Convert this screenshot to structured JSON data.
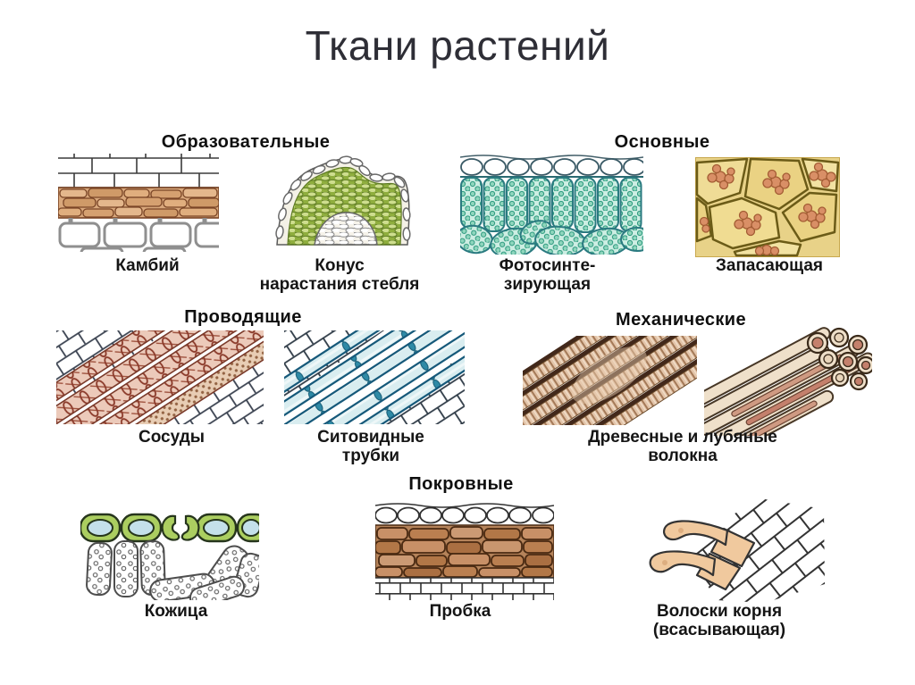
{
  "slide": {
    "title": "Ткани растений"
  },
  "sections": [
    {
      "heading": "Образовательные",
      "items": [
        {
          "label": "Камбий",
          "lines": [
            "Камбий"
          ],
          "illustration": "cambium-illustration"
        },
        {
          "label": "Конус нарастания стебля",
          "lines": [
            "Конус",
            "нарастания стебля"
          ],
          "illustration": "stem-growth-cone-illustration"
        }
      ]
    },
    {
      "heading": "Основные",
      "items": [
        {
          "label": "Фотосинтезирующая",
          "lines": [
            "Фотосинте-",
            "зирующая"
          ],
          "illustration": "photosynthetic-tissue-illustration"
        },
        {
          "label": "Запасающая",
          "lines": [
            "Запасающая"
          ],
          "illustration": "storage-tissue-illustration"
        }
      ]
    },
    {
      "heading": "Проводящие",
      "items": [
        {
          "label": "Сосуды",
          "lines": [
            "Сосуды"
          ],
          "illustration": "vessels-illustration"
        },
        {
          "label": "Ситовидные трубки",
          "lines": [
            "Ситовидные",
            "трубки"
          ],
          "illustration": "sieve-tubes-illustration"
        }
      ]
    },
    {
      "heading": "Механические",
      "items": [
        {
          "label": "Древесные и лубяные волокна",
          "lines": [
            "Древесные и лубяные",
            "волокна"
          ],
          "illustration": "wood-and-bast-fibers-illustrations"
        }
      ]
    },
    {
      "heading": "Покровные",
      "items": [
        {
          "label": "Кожица",
          "lines": [
            "Кожица"
          ],
          "illustration": "epidermis-illustration"
        },
        {
          "label": "Пробка",
          "lines": [
            "Пробка"
          ],
          "illustration": "cork-illustration"
        },
        {
          "label": "Волоски корня (всасывающая)",
          "lines": [
            "Волоски корня",
            "(всасывающая)"
          ],
          "illustration": "root-hairs-illustration"
        }
      ]
    }
  ],
  "palette": {
    "text": "#151515",
    "title_text": "#2e2e36",
    "cambium_band": "#d9a87c",
    "meristem_green": "#8fae3e",
    "meristem_cell_light": "#cede8e",
    "photosynthetic_teal": "#8fd6bd",
    "storage_yellow": "#f0dc96",
    "storage_grains": "#d98f66",
    "vessel_pink": "#eccaba",
    "vessel_rings": "#8b3a2a",
    "sieve_blue": "#d9edf0",
    "sieve_outline": "#16597a",
    "fiber_tan": "#efe0ca",
    "fiber_core": "#c4806c",
    "epidermis_green": "#abce60",
    "epidermis_cell_blue": "#c4e0ea",
    "cork_brown": "#b5835a",
    "root_hair_tan": "#f0c99e"
  }
}
